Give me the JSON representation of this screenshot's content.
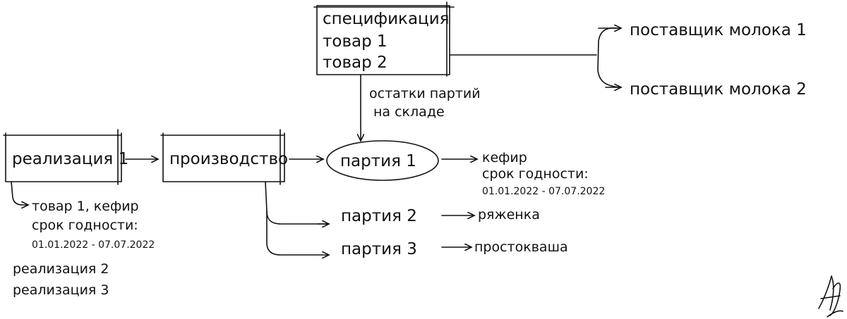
{
  "colors": {
    "ink": "#111111",
    "background": "#ffffff"
  },
  "spec": {
    "title": "спецификация",
    "item1": "товар 1",
    "item2": "товар 2"
  },
  "suppliers": {
    "s1": "поставщик молока 1",
    "s2": "поставщик молока 2"
  },
  "stock_note": {
    "line1": "остатки партий",
    "line2": "на складе"
  },
  "sale1": "реализация 1",
  "production": "производство",
  "batches": {
    "b1": "партия 1",
    "b2": "партия 2",
    "b3": "партия 3"
  },
  "kefir_out": {
    "line1": "кефир",
    "line2": "срок годности:",
    "line3": "01.01.2022 - 07.07.2022"
  },
  "ryazhenka": "ряженка",
  "prostokvasha": "простокваша",
  "sale_detail": {
    "line1": "товар 1, кефир",
    "line2": "срок годности:",
    "line3": "01.01.2022 - 07.07.2022"
  },
  "other_sales": {
    "s2": "реализация 2",
    "s3": "реализация 3"
  },
  "signature_icon": "signature-mark"
}
